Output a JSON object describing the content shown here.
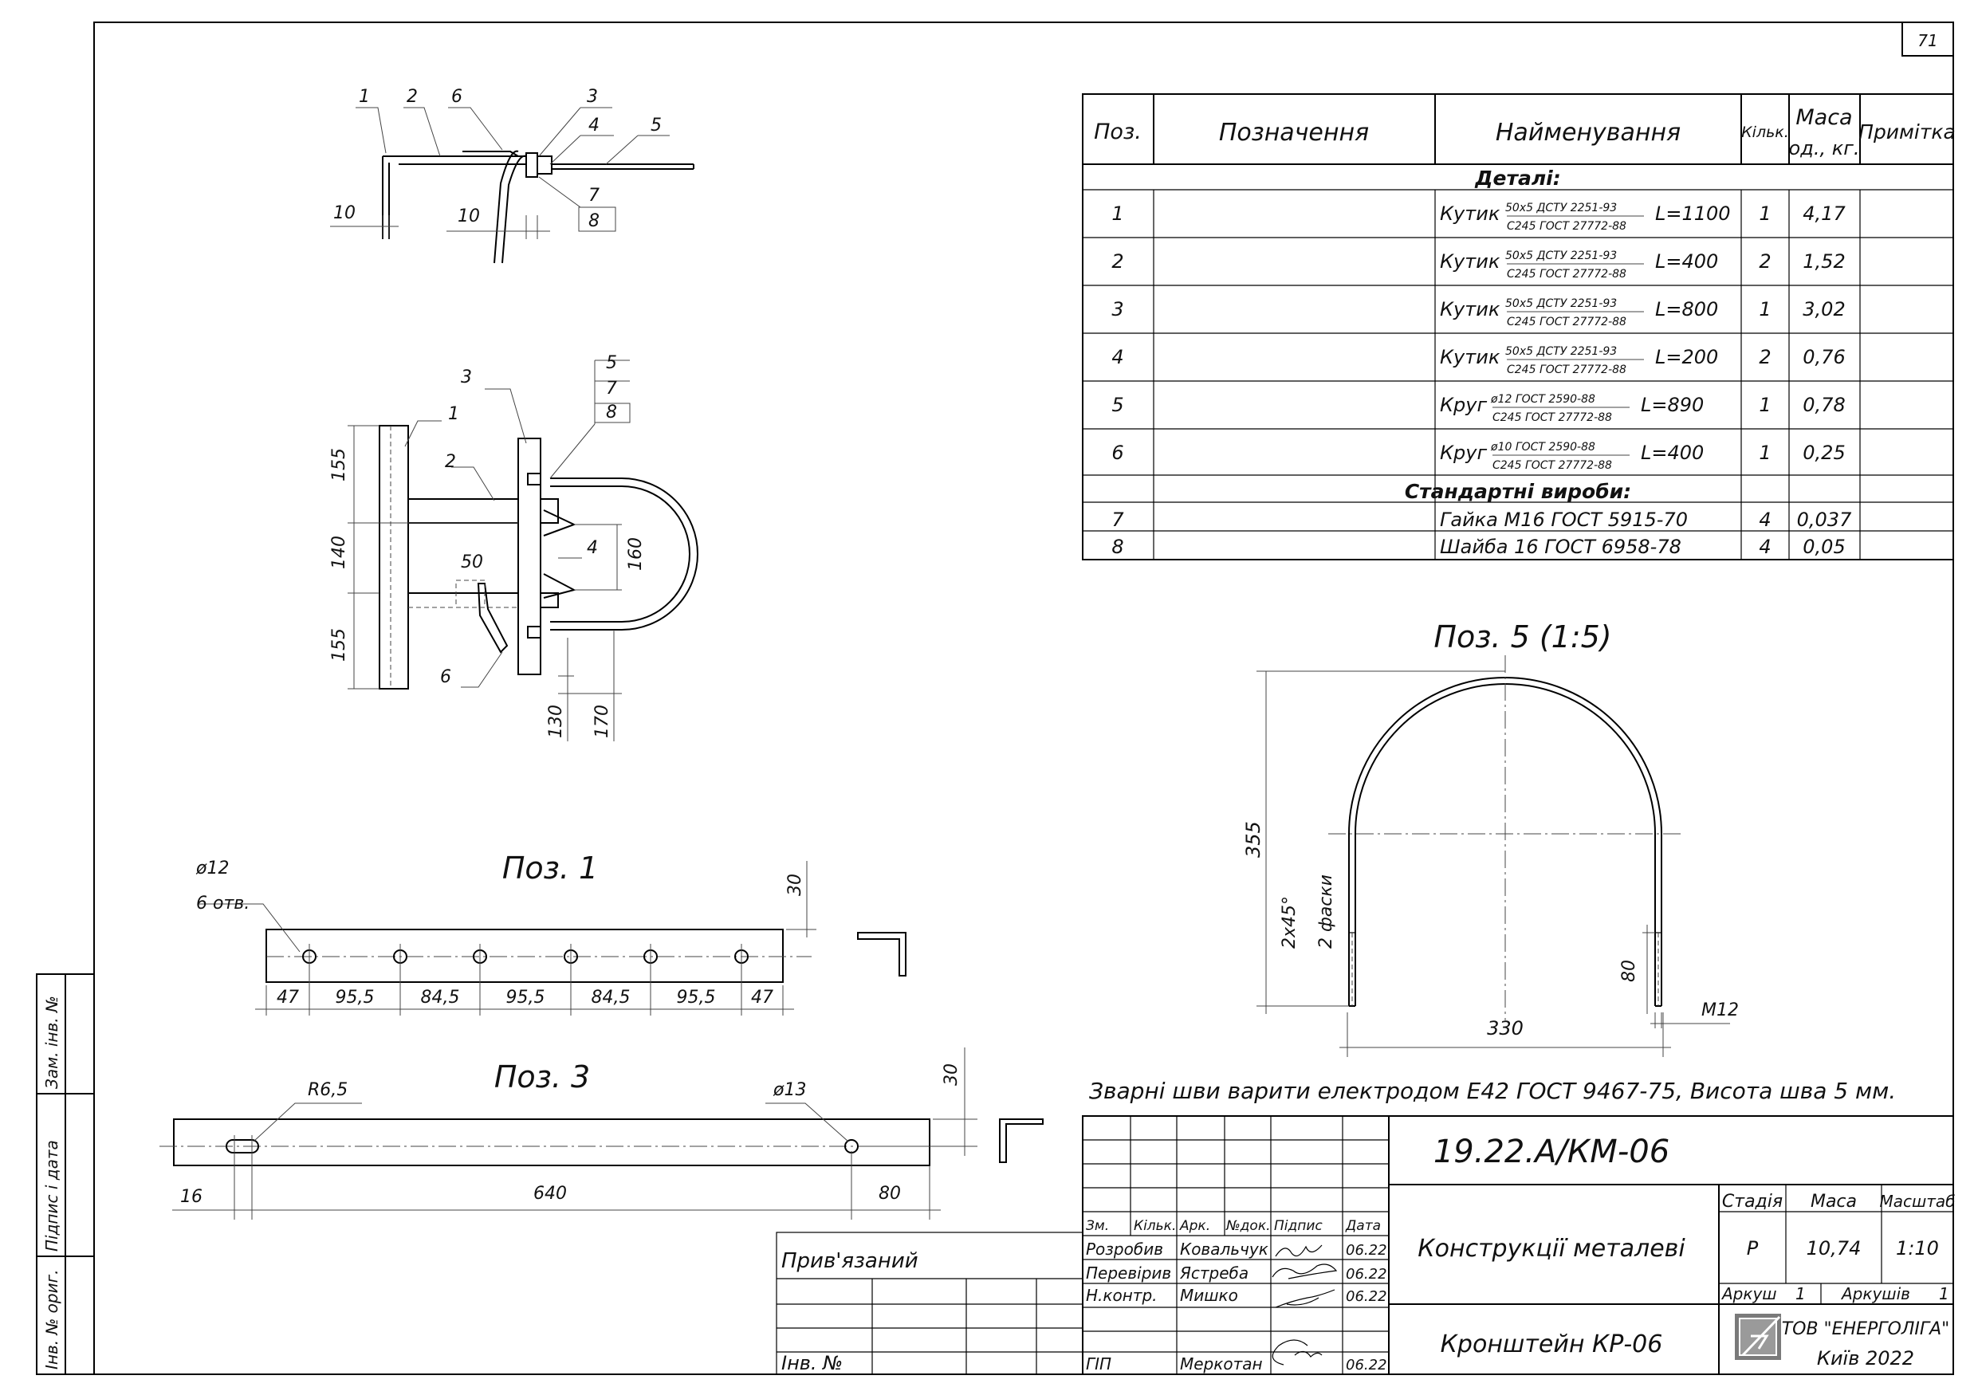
{
  "sheet_number": "71",
  "spec_table": {
    "headers": {
      "pos": "Поз.",
      "designation": "Позначення",
      "name": "Найменування",
      "qty": "Кільк.",
      "mass_top": "Маса",
      "mass_bottom": "од., кг.",
      "note": "Примітка"
    },
    "section_parts": "Деталі:",
    "section_standard": "Стандартні вироби:",
    "rows": [
      {
        "pos": "1",
        "name": "Кутик",
        "frac_top": "50х5 ДСТУ 2251-93",
        "frac_bottom": "С245 ГОСТ 27772-88",
        "length": "L=1100",
        "qty": "1",
        "mass": "4,17"
      },
      {
        "pos": "2",
        "name": "Кутик",
        "frac_top": "50х5 ДСТУ 2251-93",
        "frac_bottom": "С245 ГОСТ 27772-88",
        "length": "L=400",
        "qty": "2",
        "mass": "1,52"
      },
      {
        "pos": "3",
        "name": "Кутик",
        "frac_top": "50х5 ДСТУ 2251-93",
        "frac_bottom": "С245 ГОСТ 27772-88",
        "length": "L=800",
        "qty": "1",
        "mass": "3,02"
      },
      {
        "pos": "4",
        "name": "Кутик",
        "frac_top": "50х5 ДСТУ 2251-93",
        "frac_bottom": "С245 ГОСТ 27772-88",
        "length": "L=200",
        "qty": "2",
        "mass": "0,76"
      },
      {
        "pos": "5",
        "name": "Круг",
        "frac_top": "ø12 ГОСТ 2590-88",
        "frac_bottom": "С245 ГОСТ 27772-88",
        "length": "L=890",
        "qty": "1",
        "mass": "0,78"
      },
      {
        "pos": "6",
        "name": "Круг",
        "frac_top": "ø10 ГОСТ 2590-88",
        "frac_bottom": "С245 ГОСТ 27772-88",
        "length": "L=400",
        "qty": "1",
        "mass": "0,25"
      }
    ],
    "std_rows": [
      {
        "pos": "7",
        "name": "Гайка М16 ГОСТ 5915-70",
        "qty": "4",
        "mass": "0,037"
      },
      {
        "pos": "8",
        "name": "Шайба 16 ГОСТ 6958-78",
        "qty": "4",
        "mass": "0,05"
      }
    ]
  },
  "views": {
    "top_section": {
      "labels": [
        "1",
        "2",
        "6",
        "3",
        "4",
        "5",
        "7",
        "8"
      ],
      "dims": [
        "10",
        "10"
      ]
    },
    "plan": {
      "labels": [
        "3",
        "1",
        "2",
        "4",
        "6",
        "5",
        "7",
        "8"
      ],
      "dims": [
        "155",
        "140",
        "155",
        "50",
        "160",
        "130",
        "170"
      ]
    },
    "pos1": {
      "title": "Поз. 1",
      "hole_dia": "ø12",
      "hole_count": "6 отв.",
      "height": "30",
      "spacing": [
        "47",
        "95,5",
        "84,5",
        "95,5",
        "84,5",
        "95,5",
        "47"
      ]
    },
    "pos3": {
      "title": "Поз. 3",
      "radius": "R6,5",
      "hole_dia": "ø13",
      "height": "30",
      "dims": [
        "16",
        "640",
        "80"
      ]
    },
    "pos5": {
      "title": "Поз. 5 (1:5)",
      "height": "355",
      "chamfer": "2х45°",
      "chamfer_note": "2 фаски",
      "thread_len": "80",
      "width": "330",
      "thread": "М12"
    }
  },
  "weld_note": "Зварні шви варити електродом Е42 ГОСТ 9467-75, Висота шва 5 мм.",
  "title_block": {
    "doc_code": "19.22.А/КМ-06",
    "object_name": "Конструкції металеві",
    "drawing_name": "Кронштейн КР-06",
    "company": "ТОВ \"ЕНЕРГОЛІГА\"",
    "city_year": "Київ 2022",
    "stage_label": "Стадія",
    "mass_label": "Маса",
    "scale_label": "Масштаб",
    "stage": "Р",
    "mass": "10,74",
    "scale": "1:10",
    "sheet_label": "Аркуш",
    "sheet": "1",
    "sheets_label": "Аркушів",
    "sheets": "1",
    "col_headers": [
      "Зм.",
      "Кільк.",
      "Арк.",
      "№док.",
      "Підпис",
      "Дата"
    ],
    "people": [
      {
        "role": "Розробив",
        "name": "Ковальчук",
        "date": "06.22"
      },
      {
        "role": "Перевірив",
        "name": "Ястреба",
        "date": "06.22"
      },
      {
        "role": "Н.контр.",
        "name": "Мишко",
        "date": "06.22"
      },
      {
        "role": "ГІП",
        "name": "Меркотан",
        "date": "06.22"
      }
    ],
    "bound_label": "Прив'язаний",
    "inv_label": "Інв. №"
  },
  "side_stamp": [
    "Зам. інв. №",
    "Підпис і дата",
    "Інв. № ориг."
  ]
}
